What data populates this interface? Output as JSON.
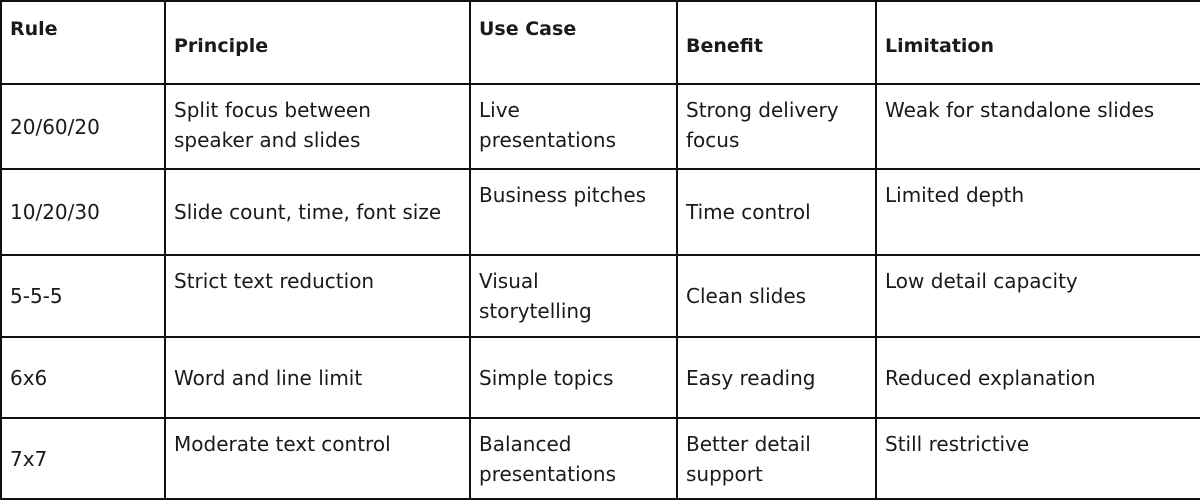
{
  "table": {
    "headers": [
      "Rule",
      "Principle",
      "Use Case",
      "Benefit",
      "Limitation"
    ],
    "rows": [
      {
        "rule": "20/60/20",
        "principle": [
          "Split focus between",
          "speaker and slides"
        ],
        "use_case": [
          "Live",
          "presentations"
        ],
        "benefit": [
          "Strong delivery",
          "focus"
        ],
        "limitation": [
          "Weak for standalone slides"
        ]
      },
      {
        "rule": "10/20/30",
        "principle": [
          "Slide count, time, font size"
        ],
        "use_case": [
          "Business pitches"
        ],
        "benefit": [
          "Time control"
        ],
        "limitation": [
          "Limited depth"
        ]
      },
      {
        "rule": "5-5-5",
        "principle": [
          "Strict text reduction"
        ],
        "use_case": [
          "Visual",
          "storytelling"
        ],
        "benefit": [
          "Clean slides"
        ],
        "limitation": [
          "Low detail capacity"
        ]
      },
      {
        "rule": "6x6",
        "principle": [
          "Word and line limit"
        ],
        "use_case": [
          "Simple topics"
        ],
        "benefit": [
          "Easy reading"
        ],
        "limitation": [
          "Reduced explanation"
        ]
      },
      {
        "rule": "7x7",
        "principle": [
          "Moderate text control"
        ],
        "use_case": [
          "Balanced",
          "presentations"
        ],
        "benefit": [
          "Better detail",
          "support"
        ],
        "limitation": [
          "Still restrictive"
        ]
      }
    ]
  }
}
